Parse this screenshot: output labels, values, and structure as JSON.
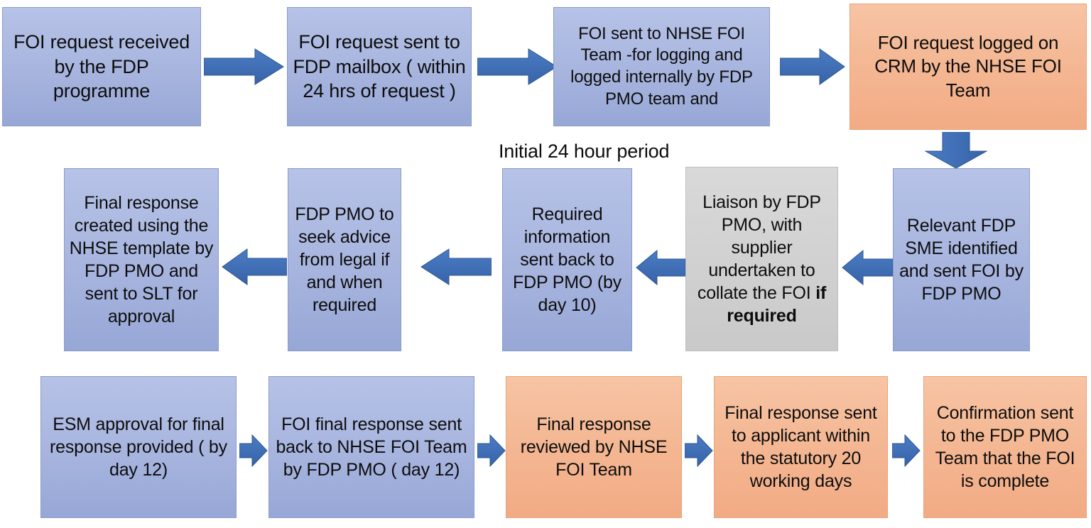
{
  "diagram": {
    "title_caption": "Initial 24 hour period",
    "colors": {
      "box_blue": "#AAB7E0",
      "box_peach": "#F4B894",
      "box_gray": "#D2D2D2",
      "arrow_blue": "#3D6DB5",
      "text": "#0D0D0D",
      "background": "#FFFFFF"
    },
    "rows": [
      {
        "id": "row-1",
        "nodes": [
          {
            "id": "n1",
            "label": "FOI request received by the FDP programme",
            "color": "blue"
          },
          {
            "id": "n2",
            "label": "FOI request sent to FDP mailbox ( within 24 hrs of request )",
            "color": "blue"
          },
          {
            "id": "n3",
            "label": "FOI sent to NHSE FOI Team  -for logging and logged internally by FDP PMO team and",
            "color": "blue"
          },
          {
            "id": "n4",
            "label": "FOI request logged on CRM by the NHSE FOI Team",
            "color": "peach"
          }
        ]
      },
      {
        "id": "row-2",
        "nodes": [
          {
            "id": "n9",
            "label": "Final response created using the NHSE template by FDP PMO and sent to SLT for approval",
            "color": "blue"
          },
          {
            "id": "n8",
            "label": "FDP PMO to seek advice from legal if and when required",
            "color": "blue"
          },
          {
            "id": "n7",
            "label": "Required information sent back to FDP PMO (by day 10)",
            "color": "blue"
          },
          {
            "id": "n6",
            "label_part1": "Liaison by FDP PMO, with supplier undertaken to collate the FOI ",
            "label_bold": "if required",
            "color": "gray"
          },
          {
            "id": "n5",
            "label": "Relevant FDP SME identified and sent FOI by FDP PMO",
            "color": "blue"
          }
        ]
      },
      {
        "id": "row-3",
        "nodes": [
          {
            "id": "n10",
            "label": "ESM approval for final response provided ( by day 12)",
            "color": "blue"
          },
          {
            "id": "n11",
            "label": "FOI final response sent back to NHSE FOI Team by FDP PMO ( day 12)",
            "color": "blue"
          },
          {
            "id": "n12",
            "label": "Final response reviewed by NHSE FOI Team",
            "color": "peach"
          },
          {
            "id": "n13",
            "label": "Final response sent to applicant within the statutory 20 working days",
            "color": "peach"
          },
          {
            "id": "n14",
            "label": "Confirmation sent to the FDP PMO Team that the FOI is complete",
            "color": "peach"
          }
        ]
      }
    ],
    "arrows": [
      {
        "id": "a1",
        "direction": "right"
      },
      {
        "id": "a2",
        "direction": "right"
      },
      {
        "id": "a3",
        "direction": "right"
      },
      {
        "id": "a4",
        "direction": "down"
      },
      {
        "id": "a5",
        "direction": "left"
      },
      {
        "id": "a6",
        "direction": "left"
      },
      {
        "id": "a7",
        "direction": "left"
      },
      {
        "id": "a8",
        "direction": "left"
      },
      {
        "id": "a9",
        "direction": "right"
      },
      {
        "id": "a10",
        "direction": "right"
      },
      {
        "id": "a11",
        "direction": "right"
      },
      {
        "id": "a12",
        "direction": "right"
      }
    ]
  }
}
